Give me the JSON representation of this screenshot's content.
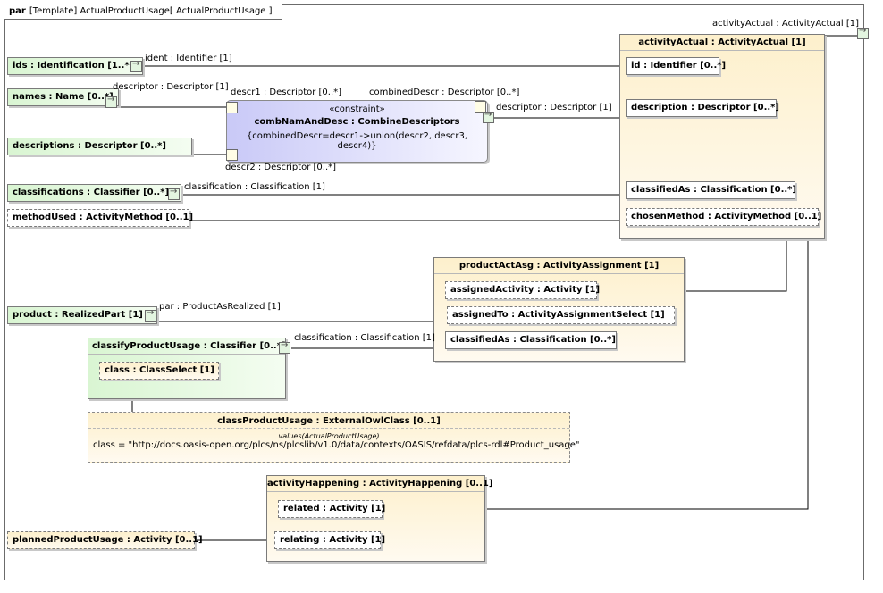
{
  "frame": {
    "keyword": "par",
    "name": "[Template] ActualProductUsage[ ActualProductUsage ]"
  },
  "external_port_label": "activityActual : ActivityActual [1]",
  "parts": {
    "ids": "ids : Identification [1..*]",
    "names": "names : Name [0..*]",
    "descriptions": "descriptions : Descriptor [0..*]",
    "classifications": "classifications : Classifier [0..*]",
    "methodUsed": "methodUsed : ActivityMethod [0..1]",
    "product": "product : RealizedPart [1]",
    "plannedProductUsage": "plannedProductUsage : Activity [0..1]"
  },
  "port_labels": {
    "ident": "ident : Identifier [1]",
    "descriptor_in": "descriptor : Descriptor [1]",
    "descr1": "descr1 : Descriptor [0..*]",
    "combinedDescr": "combinedDescr : Descriptor [0..*]",
    "descriptor_out": "descriptor : Descriptor [1]",
    "descr2": "descr2 : Descriptor [0..*]",
    "classification1": "classification : Classification [1]",
    "par": "par : ProductAsRealized [1]",
    "classification2": "classification : Classification [1]"
  },
  "constraint": {
    "stereotype": "«constraint»",
    "name": "combNamAndDesc : CombineDescriptors",
    "expression": "{combinedDescr=descr1->union(descr2, descr3, descr4)}"
  },
  "activityActual": {
    "title": "activityActual : ActivityActual [1]",
    "id": "id : Identifier [0..*]",
    "description": "description : Descriptor [0..*]",
    "classifiedAs": "classifiedAs : Classification [0..*]",
    "chosenMethod": "chosenMethod : ActivityMethod [0..1]"
  },
  "productActAsg": {
    "title": "productActAsg : ActivityAssignment [1]",
    "assignedActivity": "assignedActivity : Activity [1]",
    "assignedTo": "assignedTo : ActivityAssignmentSelect [1]",
    "classifiedAs": "classifiedAs : Classification [0..*]"
  },
  "classifyProductUsage": {
    "title": "classifyProductUsage : Classifier [0..*]",
    "class": "class : ClassSelect [1]"
  },
  "classProductUsage": {
    "title": "classProductUsage : ExternalOwlClass [0..1]",
    "values_header": "values(ActualProductUsage)",
    "value": "class = \"http://docs.oasis-open.org/plcs/ns/plcslib/v1.0/data/contexts/OASIS/refdata/plcs-rdl#Product_usage\""
  },
  "activityHappening": {
    "title": "activityHappening : ActivityHappening [0..1]",
    "related": "related : Activity [1]",
    "relating": "relating : Activity [1]"
  },
  "colors": {
    "part_green": "#d9f5d2",
    "block_yellow": "#fdf0cc",
    "constraint_blue": "#c9c9f7"
  }
}
